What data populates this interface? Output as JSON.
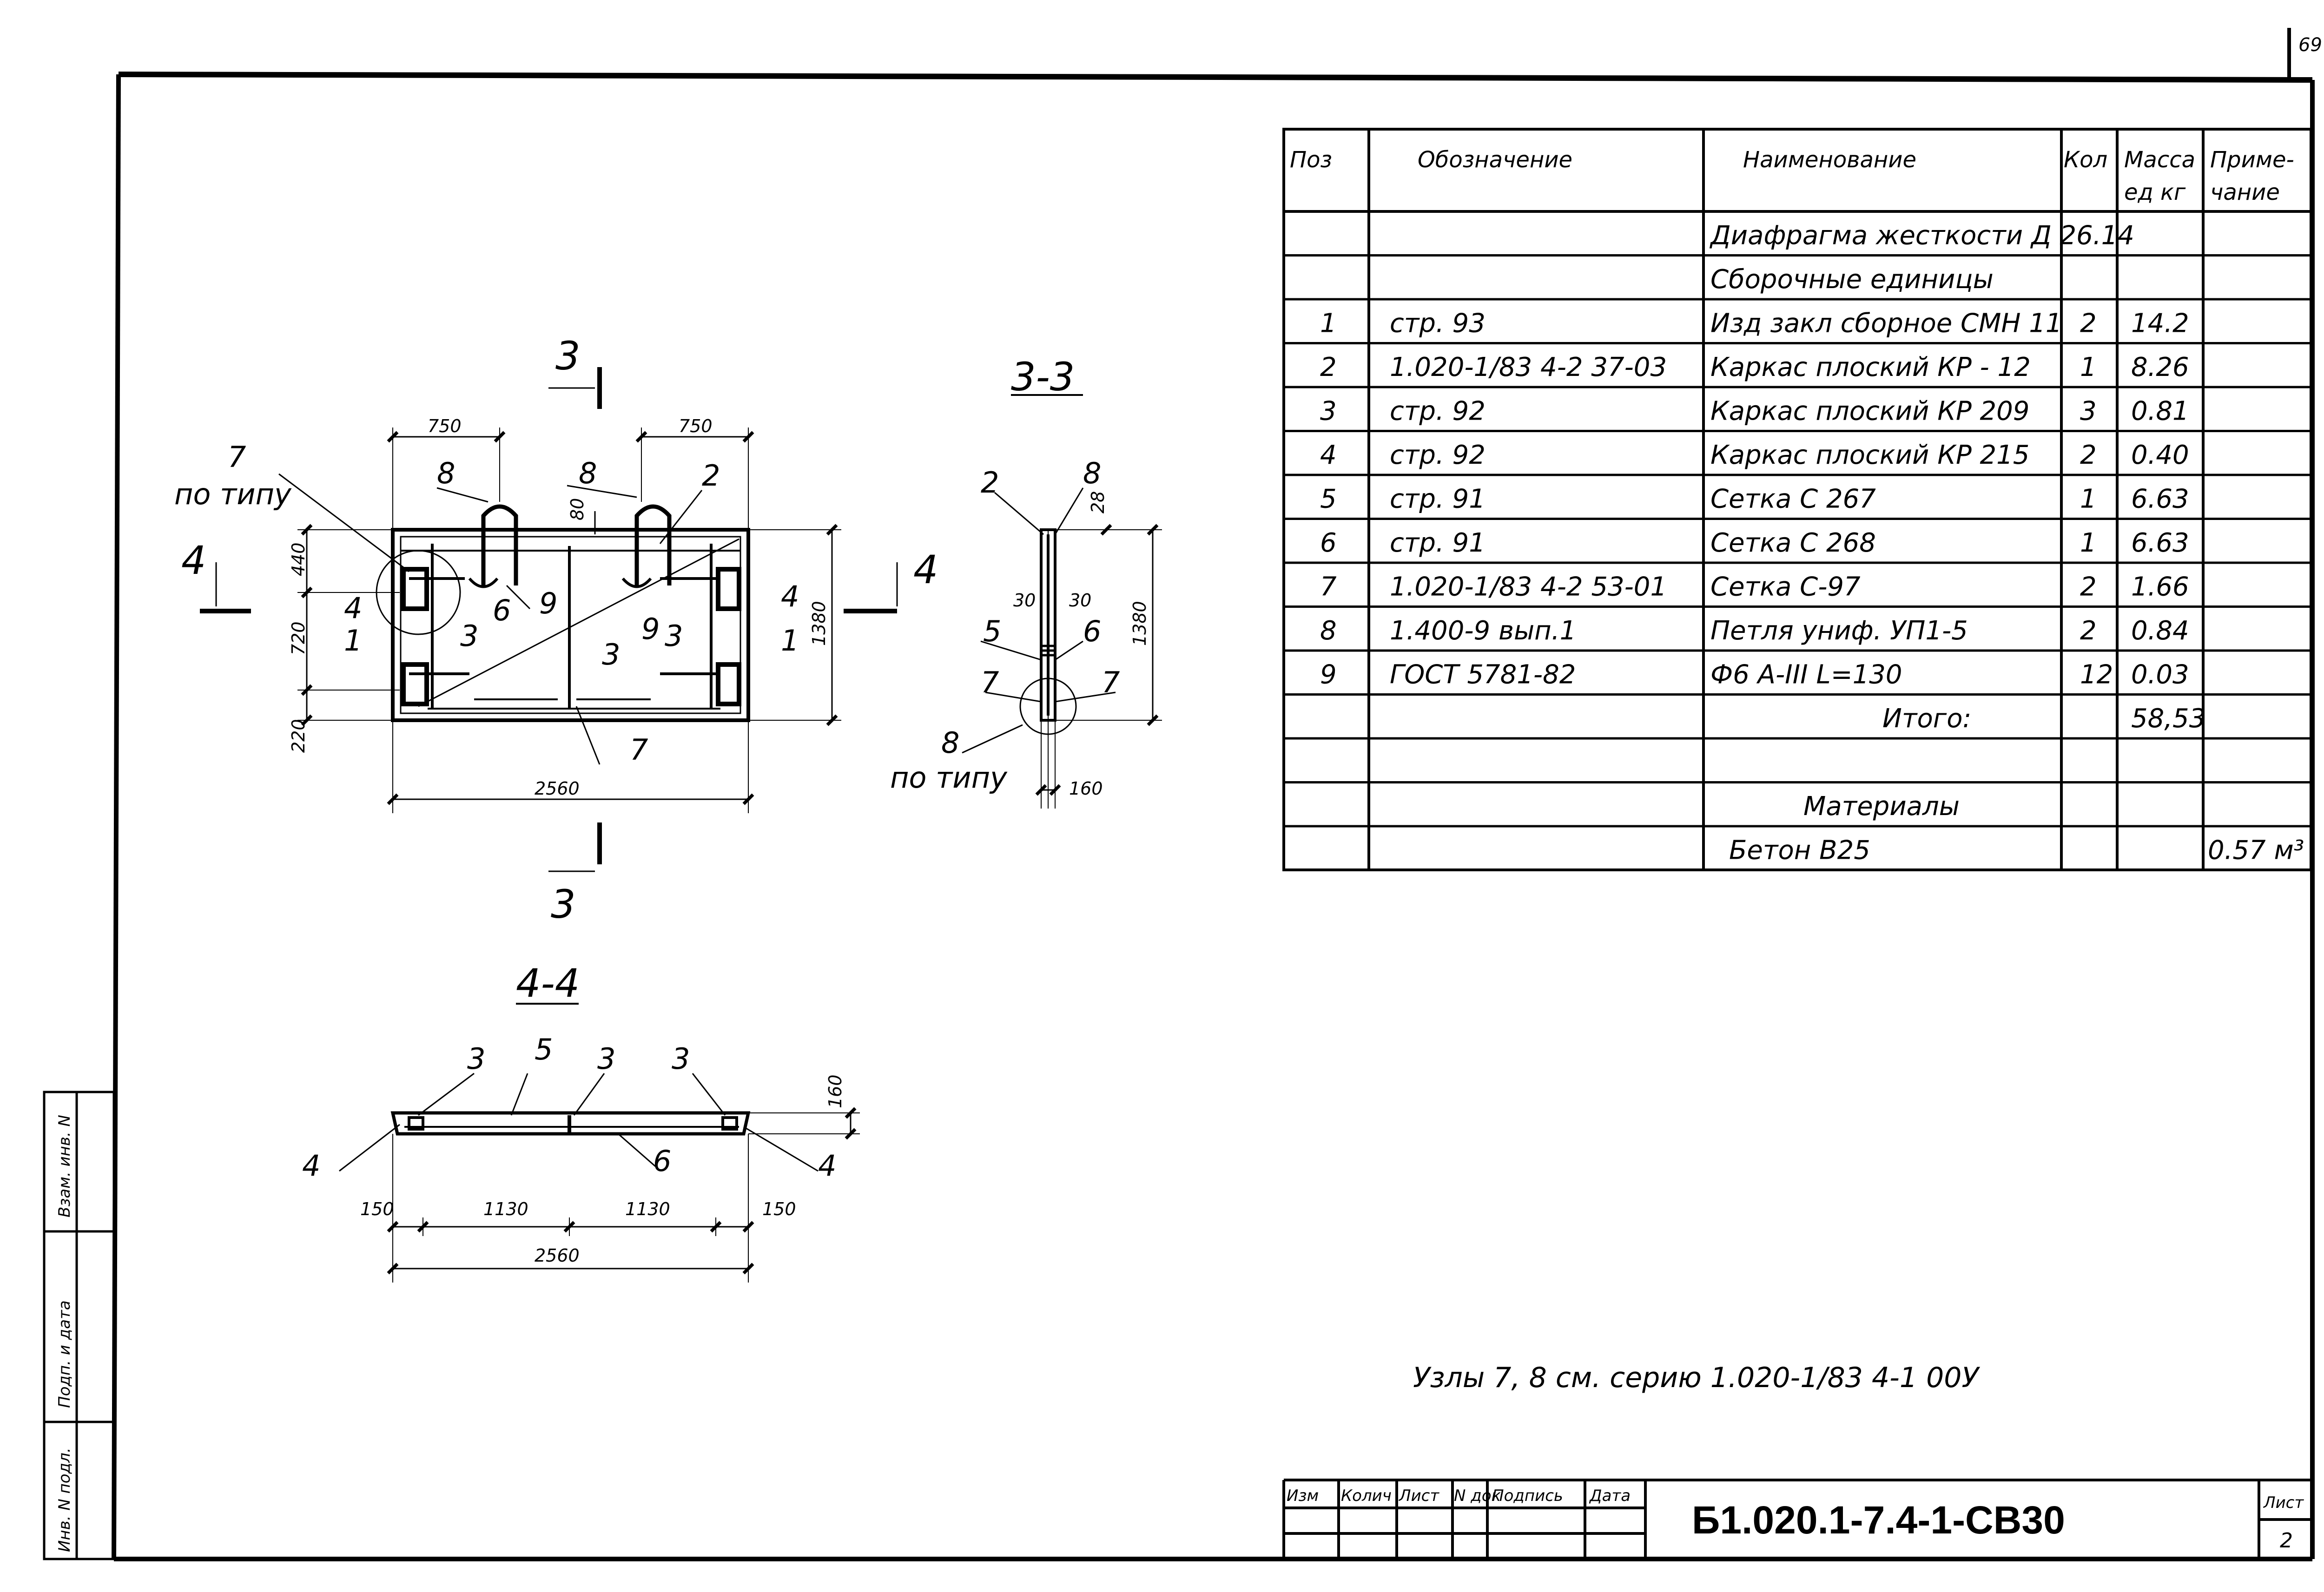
{
  "sheet_number_corner": "69",
  "section_labels": {
    "s33": "3-3",
    "s44": "4-4",
    "cut3": "3",
    "cut4": "4"
  },
  "plan_view": {
    "dims": {
      "w750a": "750",
      "w750b": "750",
      "h440": "440",
      "h720": "720",
      "h220": "220",
      "h1380": "1380",
      "w2560": "2560",
      "d80": "80"
    },
    "callouts": {
      "c7": "7",
      "po_tipu": "по типу",
      "c8a": "8",
      "c8b": "8",
      "c2": "2",
      "c9a": "9",
      "c6": "6",
      "c4a": "4",
      "c1a": "1",
      "c3a": "3",
      "c3b": "3",
      "c9b": "9",
      "c3c": "3",
      "c4b": "4",
      "c1b": "1",
      "c7b": "7"
    }
  },
  "section_33": {
    "dims": {
      "d28": "28",
      "d30a": "30",
      "d30b": "30",
      "d1380": "1380",
      "d160": "160"
    },
    "callouts": {
      "c2": "2",
      "c8": "8",
      "c5": "5",
      "c6": "6",
      "c7a": "7",
      "c7b": "7",
      "c8b": "8",
      "po_tipu": "по типу"
    }
  },
  "section_44": {
    "dims": {
      "d150a": "150",
      "d1130a": "1130",
      "d1130b": "1130",
      "d150b": "150",
      "d2560": "2560",
      "d160": "160"
    },
    "callouts": {
      "c3a": "3",
      "c5": "5",
      "c3b": "3",
      "c3c": "3",
      "c4a": "4",
      "c6": "6",
      "c4b": "4"
    }
  },
  "spec_table": {
    "headers": [
      "Поз",
      "Обозначение",
      "Наименование",
      "Кол",
      "Масса ед кг",
      "Приме- чание"
    ],
    "rows": [
      [
        "",
        "",
        "Диафрагма жесткости Д 26.14",
        "",
        "",
        ""
      ],
      [
        "",
        "",
        "Сборочные единицы",
        "",
        "",
        ""
      ],
      [
        "1",
        "стр. 93",
        "Изд закл сборное СМН 11",
        "2",
        "14.2",
        ""
      ],
      [
        "2",
        "1.020-1/83 4-2 37-03",
        "Каркас плоский КР - 12",
        "1",
        "8.26",
        ""
      ],
      [
        "3",
        "стр. 92",
        "Каркас плоский КР 209",
        "3",
        "0.81",
        ""
      ],
      [
        "4",
        "стр. 92",
        "Каркас плоский КР 215",
        "2",
        "0.40",
        ""
      ],
      [
        "5",
        "стр. 91",
        "Сетка С 267",
        "1",
        "6.63",
        ""
      ],
      [
        "6",
        "стр. 91",
        "Сетка С 268",
        "1",
        "6.63",
        ""
      ],
      [
        "7",
        "1.020-1/83 4-2 53-01",
        "Сетка С-97",
        "2",
        "1.66",
        ""
      ],
      [
        "8",
        "1.400-9 вып.1",
        "Петля униф. УП1-5",
        "2",
        "0.84",
        ""
      ],
      [
        "9",
        "ГОСТ 5781-82",
        "Ф6 А-III L=130",
        "12",
        "0.03",
        ""
      ],
      [
        "",
        "",
        "Итого:",
        "",
        "58,53",
        ""
      ],
      [
        "",
        "",
        "",
        "",
        "",
        ""
      ],
      [
        "",
        "",
        "Материалы",
        "",
        "",
        ""
      ],
      [
        "",
        "",
        "Бетон В25",
        "",
        "",
        "0.57 м³"
      ]
    ]
  },
  "note": "Узлы 7, 8 см. серию 1.020-1/83 4-1 00У",
  "title_block": {
    "columns": [
      "Изм",
      "Колич",
      "Лист",
      "N док",
      "Подпись",
      "Дата"
    ],
    "code": "Б1.020.1-7.4-1-СВ30",
    "sheet_label": "Лист",
    "sheet_value": "2"
  },
  "side_stamp": [
    "Взам. инв. N",
    "Подп. и дата",
    "Инв. N подл."
  ]
}
